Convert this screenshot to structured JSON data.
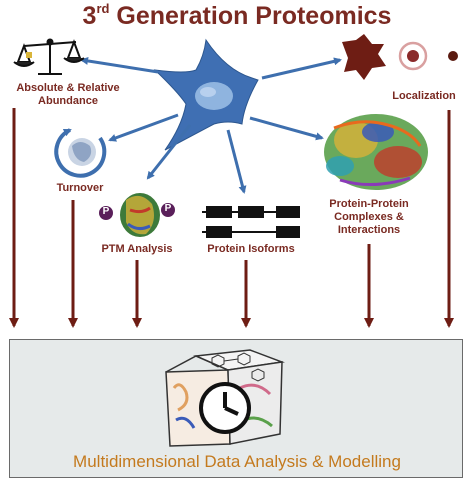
{
  "title": {
    "prefix": "3",
    "superscript": "rd",
    "rest": "Generation Proteomics"
  },
  "nodes": [
    {
      "id": "abundance",
      "lines": [
        "Absolute & Relative",
        "Abundance"
      ]
    },
    {
      "id": "turnover",
      "lines": [
        "Turnover"
      ]
    },
    {
      "id": "ptm",
      "lines": [
        "PTM Analysis"
      ]
    },
    {
      "id": "isoforms",
      "lines": [
        "Protein Isoforms"
      ]
    },
    {
      "id": "complexes",
      "lines": [
        "Protein-Protein",
        "Complexes &",
        "Interactions"
      ]
    },
    {
      "id": "localization",
      "lines": [
        "Localization"
      ]
    }
  ],
  "ptm_badge": "P",
  "bottom": {
    "label": "Multidimensional Data Analysis & Modelling"
  },
  "colors": {
    "title": "#7a2a22",
    "label": "#7a2a22",
    "cell": "#3f6fb3",
    "cell_nucleus": "#8fb4df",
    "blue_arrow": "#3e6fae",
    "red_arrow": "#6e1d14",
    "bottom_text": "#c47a1e",
    "bottom_box": "#e6eaea"
  },
  "icons": [
    "scale-icon",
    "turnover-cycle-icon",
    "ptm-protein-icon",
    "isoform-exons-icon",
    "protein-complex-icon",
    "extracellular-shape-icon",
    "cell-outline-icon",
    "dot-icon",
    "multidimensional-cube-icon",
    "clock-icon"
  ]
}
